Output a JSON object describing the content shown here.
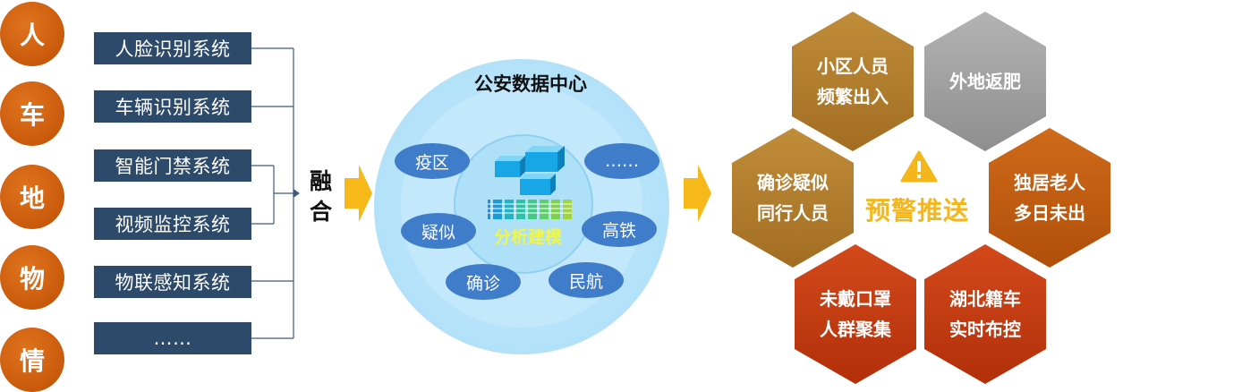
{
  "categories": [
    "人",
    "车",
    "地",
    "物",
    "情"
  ],
  "systems": [
    "人脸识别系统",
    "车辆识别系统",
    "智能门禁系统",
    "视频监控系统",
    "物联感知系统",
    "……"
  ],
  "merge_label": [
    "融",
    "合"
  ],
  "data_center": {
    "title": "公安数据中心",
    "model_label": "分析建模",
    "tags": [
      "疫区",
      "……",
      "疑似",
      "高铁",
      "确诊",
      "民航"
    ]
  },
  "alerts": {
    "center_label": "预警推送",
    "hexagons": [
      {
        "line1": "小区人员",
        "line2": "频繁出入"
      },
      {
        "line1": "外地返肥",
        "line2": ""
      },
      {
        "line1": "确诊疑似",
        "line2": "同行人员"
      },
      {
        "line1": "独居老人",
        "line2": "多日未出"
      },
      {
        "line1": "未戴口罩",
        "line2": "人群聚集"
      },
      {
        "line1": "湖北籍车",
        "line2": "实时布控"
      }
    ]
  },
  "colors": {
    "category_circle": "#c95a0c",
    "system_box": "#2e4a6b",
    "arrow": "#f7b81a",
    "ellipse": "#3f7cc9",
    "warning": "#f4b61a"
  }
}
